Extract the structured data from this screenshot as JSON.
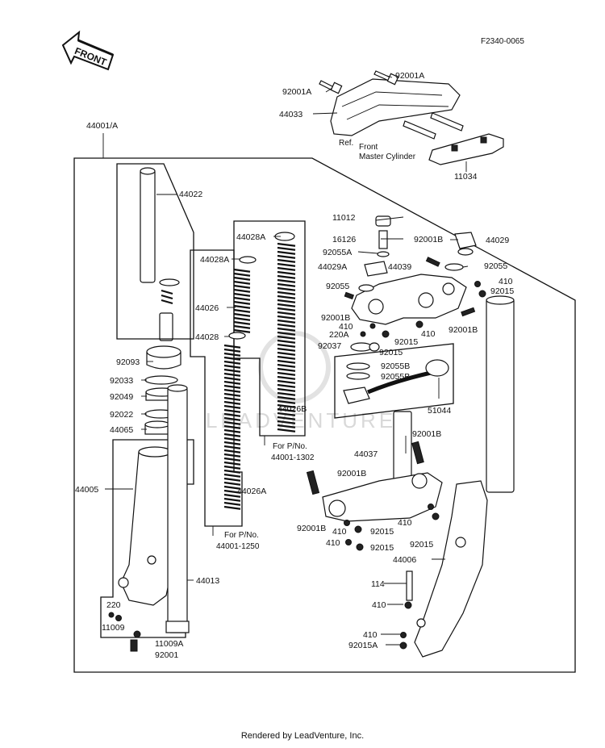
{
  "diagram": {
    "code": "F2340-0065",
    "front_label": "FRONT",
    "watermark": "LEADVENTURE",
    "footer": "Rendered by LeadVenture, Inc.",
    "callouts": {
      "p92001A_1": "92001A",
      "p92001A_2": "92001A",
      "p44033": "44033",
      "p11034": "11034",
      "ref_note_1": "Ref.",
      "ref_note_2": "Front",
      "ref_note_3": "Master Cylinder",
      "p44001A": "44001/A",
      "p44022": "44022",
      "p44028A_1": "44028A",
      "p44028A_2": "44028A",
      "p44026": "44026",
      "p44028": "44028",
      "p44026A": "44026A",
      "p44026B": "44026B",
      "pno_1302_a": "For P/No.",
      "pno_1302_b": "44001-1302",
      "pno_1250_a": "For P/No.",
      "pno_1250_b": "44001-1250",
      "p92093": "92093",
      "p92033": "92033",
      "p92049": "92049",
      "p92022": "92022",
      "p44065": "44065",
      "p44005": "44005",
      "p44013": "44013",
      "p220": "220",
      "p11009": "11009",
      "p11009A": "11009A",
      "p92001": "92001",
      "p11012": "11012",
      "p16126": "16126",
      "p92055A": "92055A",
      "p44029A": "44029A",
      "p44039": "44039",
      "p92055_left": "92055",
      "p92001B_a": "92001B",
      "p410_a": "410",
      "p220A": "220A",
      "p92037": "92037",
      "p92015_a": "92015",
      "p92015_b": "92015",
      "p410_b": "410",
      "p92001B_top": "92001B",
      "p44029": "44029",
      "p92055_right": "92055",
      "p410_c": "410",
      "p92015_c": "92015",
      "p92001B_c": "92001B",
      "p92055B_1": "92055B",
      "p92055B_2": "92055B",
      "p51044": "51044",
      "p44037": "44037",
      "p92001B_d": "92001B",
      "p92001B_e": "92001B",
      "p92001B_f": "92001B",
      "p410_d": "410",
      "p92015_d": "92015",
      "p410_e": "410",
      "p92015_e": "92015",
      "p410_f": "410",
      "p92015_f": "92015",
      "p44006": "44006",
      "p114": "114",
      "p410_g": "410",
      "p410_h": "410",
      "p92015A": "92015A"
    }
  }
}
